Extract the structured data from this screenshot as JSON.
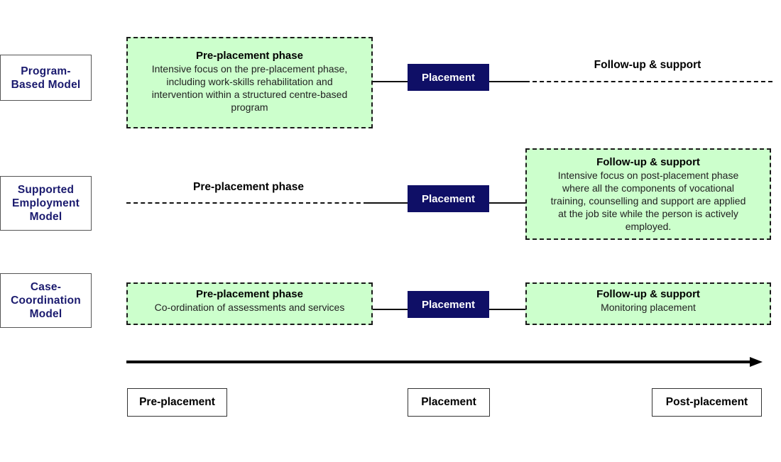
{
  "models": [
    {
      "label_lines": [
        "Program-",
        "Based Model"
      ]
    },
    {
      "label_lines": [
        "Supported",
        "Employment",
        "Model"
      ]
    },
    {
      "label_lines": [
        "Case-",
        "Coordination",
        "Model"
      ]
    }
  ],
  "program_based": {
    "pre_title": "Pre-placement phase",
    "pre_desc_lines": [
      "Intensive focus on the pre-placement phase,",
      "including work-skills rehabilitation and",
      "intervention within a structured centre-based",
      "program"
    ],
    "placement": "Placement",
    "post_title": "Follow-up & support"
  },
  "supported_employment": {
    "pre_title": "Pre-placement phase",
    "placement": "Placement",
    "post_title": "Follow-up & support",
    "post_desc_lines": [
      "Intensive focus on post-placement phase",
      "where all the components of vocational",
      "training, counselling and support are applied",
      "at the job site while the person is actively",
      "employed."
    ]
  },
  "case_coordination": {
    "pre_title": "Pre-placement phase",
    "pre_desc": "Co-ordination of assessments and services",
    "placement": "Placement",
    "post_title": "Follow-up & support",
    "post_desc": "Monitoring placement"
  },
  "timeline": {
    "stages": [
      "Pre-placement",
      "Placement",
      "Post-placement"
    ]
  },
  "colors": {
    "phase_fill": "#ccffcc",
    "placement_fill": "#0f0f66",
    "model_text": "#1a1a6e"
  }
}
